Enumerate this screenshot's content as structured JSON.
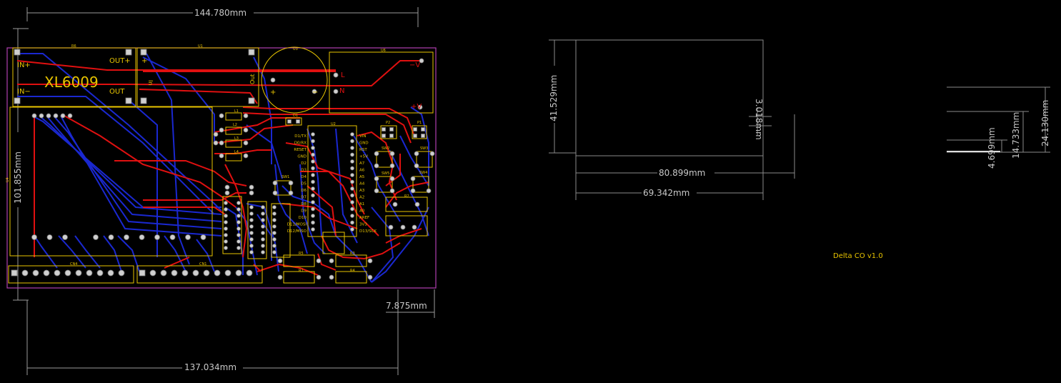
{
  "dimensions": {
    "top_width": "144.780mm",
    "bottom_width": "137.034mm",
    "left_height": "101.855mm",
    "small_offset": "7.875mm",
    "outline_height": "41.529mm",
    "outline_width_a": "80.899mm",
    "outline_width_b": "69.342mm",
    "outline_small": "3.018mm",
    "right_a": "24.130mm",
    "right_b": "14.733mm",
    "right_c": "4.699mm"
  },
  "board": {
    "module_label": "XL6009",
    "in_plus": "IN+",
    "in_minus": "IN−",
    "out_plus": "OUT+",
    "out": "OUT",
    "ref_r6": "R6",
    "ref_u1": "U1",
    "ref_u3": "U3",
    "ref_u6": "U6",
    "ref_u4": "U4",
    "ref_u2": "U2",
    "psu_l": "L",
    "psu_n": "N",
    "psu_minus_v": "−V",
    "psu_plus_v": "+V",
    "in_label": "In",
    "out_label": "Out",
    "plus": "+",
    "minus": "−",
    "ref_cn4": "CN4",
    "ref_cn1": "CN1",
    "ref_sw1": "SW1",
    "ref_sw2": "SW2",
    "ref_sw3": "SW3",
    "ref_sw4": "SW4",
    "ref_sw5": "SW5",
    "ref_p1": "P1",
    "ref_p2": "P2",
    "ref_r1": "R1",
    "ref_r3": "R3",
    "ref_r4": "R4",
    "ref_r5": "R5",
    "ref_r2": "R2",
    "ref_l1": "L1",
    "ref_l2": "L2",
    "ref_l3": "L3",
    "ref_l4": "L4",
    "ref_d1": "D1",
    "arduino_left_pins": [
      "D1/TX",
      "D0/RX",
      "RESET",
      "GND",
      "D2",
      "D3",
      "D4",
      "D5",
      "D6",
      "D7",
      "D8",
      "D9",
      "D10",
      "D11/MOSI",
      "D12/MISO"
    ],
    "arduino_right_pins": [
      "VIN",
      "GND",
      "RST",
      "+5V",
      "A7",
      "A6",
      "A5",
      "A4",
      "A3",
      "A2",
      "A1",
      "A0",
      "AREF",
      "3V3",
      "D13/SCK"
    ]
  },
  "title_text": "Delta CO v1.0",
  "colors": {
    "background": "#000000",
    "dimension": "#c8c8c8",
    "silkscreen": "#e8c400",
    "top_copper": "#e01010",
    "bottom_copper": "#1a28d0",
    "board_edge": "#b040b0",
    "pad": "#cccccc"
  }
}
